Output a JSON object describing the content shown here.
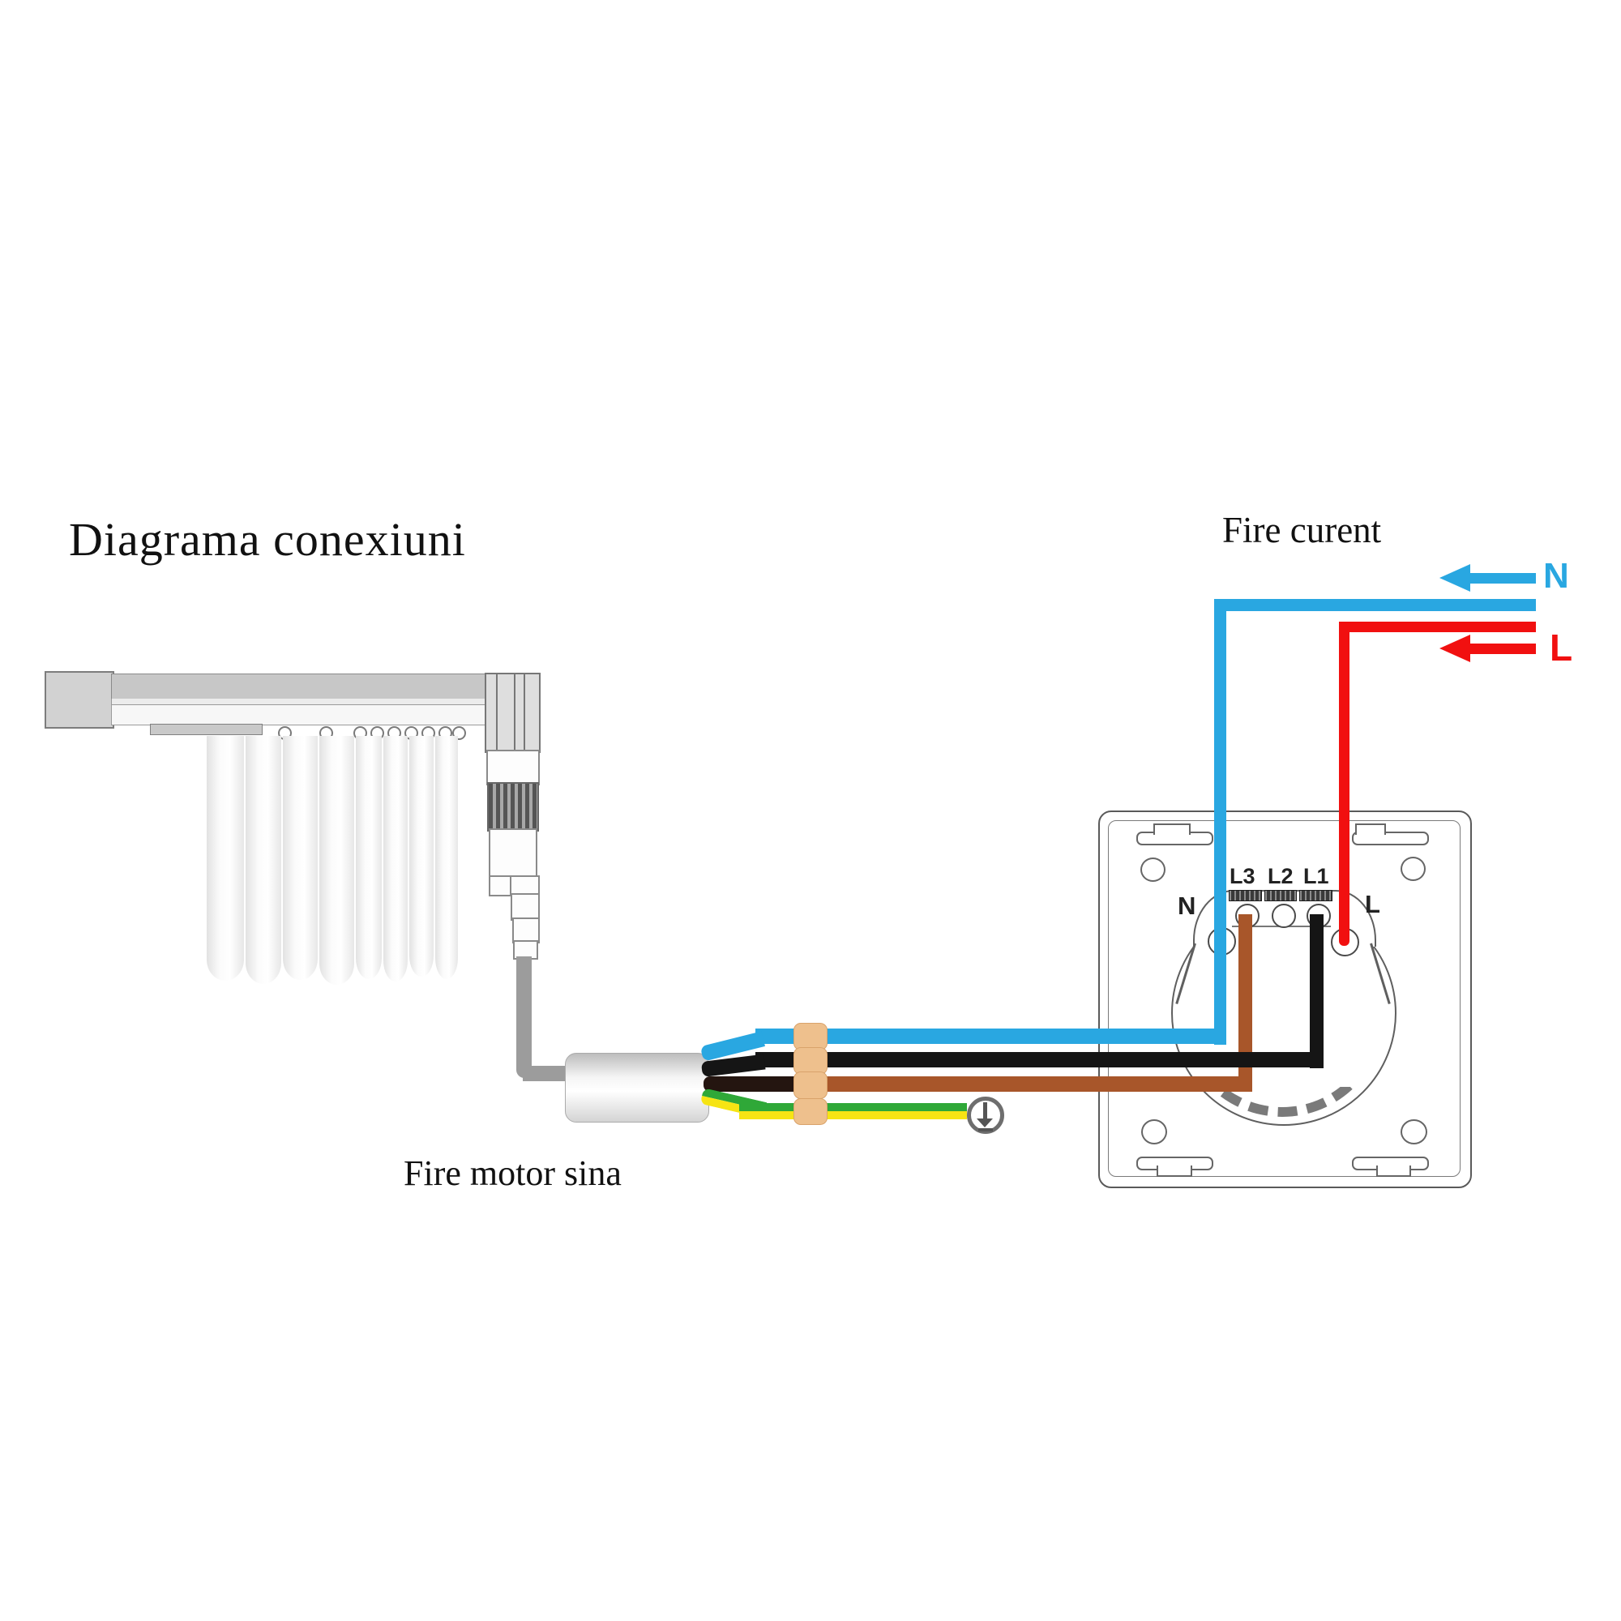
{
  "title": "Diagrama conexiuni",
  "annotations": {
    "fire_curent": "Fire curent",
    "fire_motor_sina": "Fire motor sina"
  },
  "supply": {
    "neutral": "N",
    "live": "L"
  },
  "switch": {
    "terminals": [
      "L3",
      "L2",
      "L1"
    ],
    "neutral": "N",
    "live": "L"
  },
  "colors": {
    "neutral_blue": "#29a7e1",
    "live_red": "#f11010",
    "wire_black": "#151515",
    "wire_brown": "#a8562a",
    "wire_green": "#2fa838",
    "wire_yellow": "#f6e414",
    "ferrule_tan": "#eec08d",
    "cable_gray": "#9c9c9c",
    "outline_gray": "#5f5f5f"
  }
}
